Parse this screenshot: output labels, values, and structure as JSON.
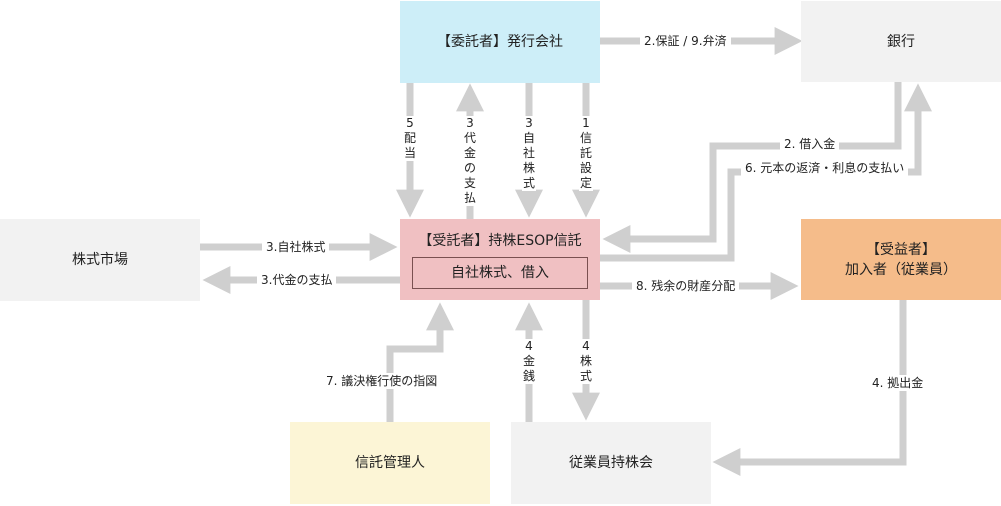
{
  "nodes": {
    "issuer": "【委託者】発行会社",
    "bank": "銀行",
    "market": "株式市場",
    "trust_title": "【受託者】持株ESOP信託",
    "trust_inner": "自社株式、借入",
    "beneficiary_line1": "【受益者】",
    "beneficiary_line2": "加入者（従業員）",
    "trust_admin": "信託管理人",
    "esop_assoc": "従業員持株会"
  },
  "labels": {
    "guarantee": "2.保証 / 9.弁済",
    "dividend": "5配当",
    "payment_up": "3代金の支払",
    "own_shares_down": "3自社株式",
    "trust_setup": "1信託設定",
    "borrowing": "2. 借入金",
    "repayment": "6. 元本の返済・利息の支払い",
    "market_shares": "3.自社株式",
    "market_payment": "3.代金の支払",
    "residual": "8. 残余の財産分配",
    "voting": "7. 議決権行使の指図",
    "money": "4金銭",
    "shares4": "4株式",
    "contribution": "4. 拠出金"
  },
  "colors": {
    "issuer_bg": "#cdeef8",
    "bank_bg": "#f2f2f2",
    "market_bg": "#f2f2f2",
    "trust_bg": "#f0c0c2",
    "beneficiary_bg": "#f5bc8a",
    "trust_admin_bg": "#fcf5d6",
    "esop_bg": "#f2f2f2",
    "arrow": "#cfcfcf"
  }
}
